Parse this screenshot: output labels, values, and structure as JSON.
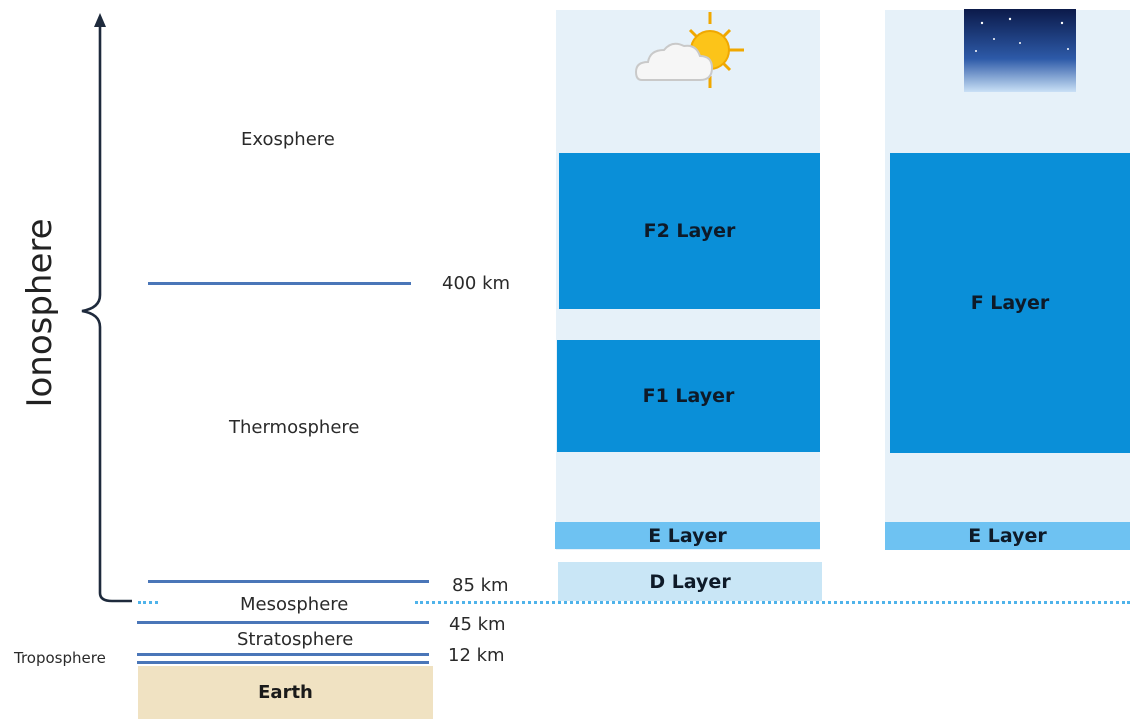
{
  "axis": {
    "label": "Ionosphere"
  },
  "atmosphere": {
    "exosphere": "Exosphere",
    "thermosphere": "Thermosphere",
    "mesosphere": "Mesosphere",
    "stratosphere": "Stratosphere",
    "troposphere": "Troposphere",
    "earth": "Earth"
  },
  "altitudes": {
    "km400": "400 km",
    "km85": "85 km",
    "km45": "45 km",
    "km12": "12 km"
  },
  "day": {
    "icon": "sun-cloud-icon",
    "f2": "F2 Layer",
    "f1": "F1 Layer",
    "e": "E Layer",
    "d": "D Layer"
  },
  "night": {
    "icon": "moon-icon",
    "f": "F Layer",
    "e": "E Layer"
  },
  "colors": {
    "f_layers": "#0a8fd8",
    "e_layer": "#6ec2f2",
    "d_layer": "#c9e6f6",
    "column_bg": "#e6f1f9",
    "earth": "#f0e2c2",
    "altitude_lines": "#4a76b8"
  }
}
